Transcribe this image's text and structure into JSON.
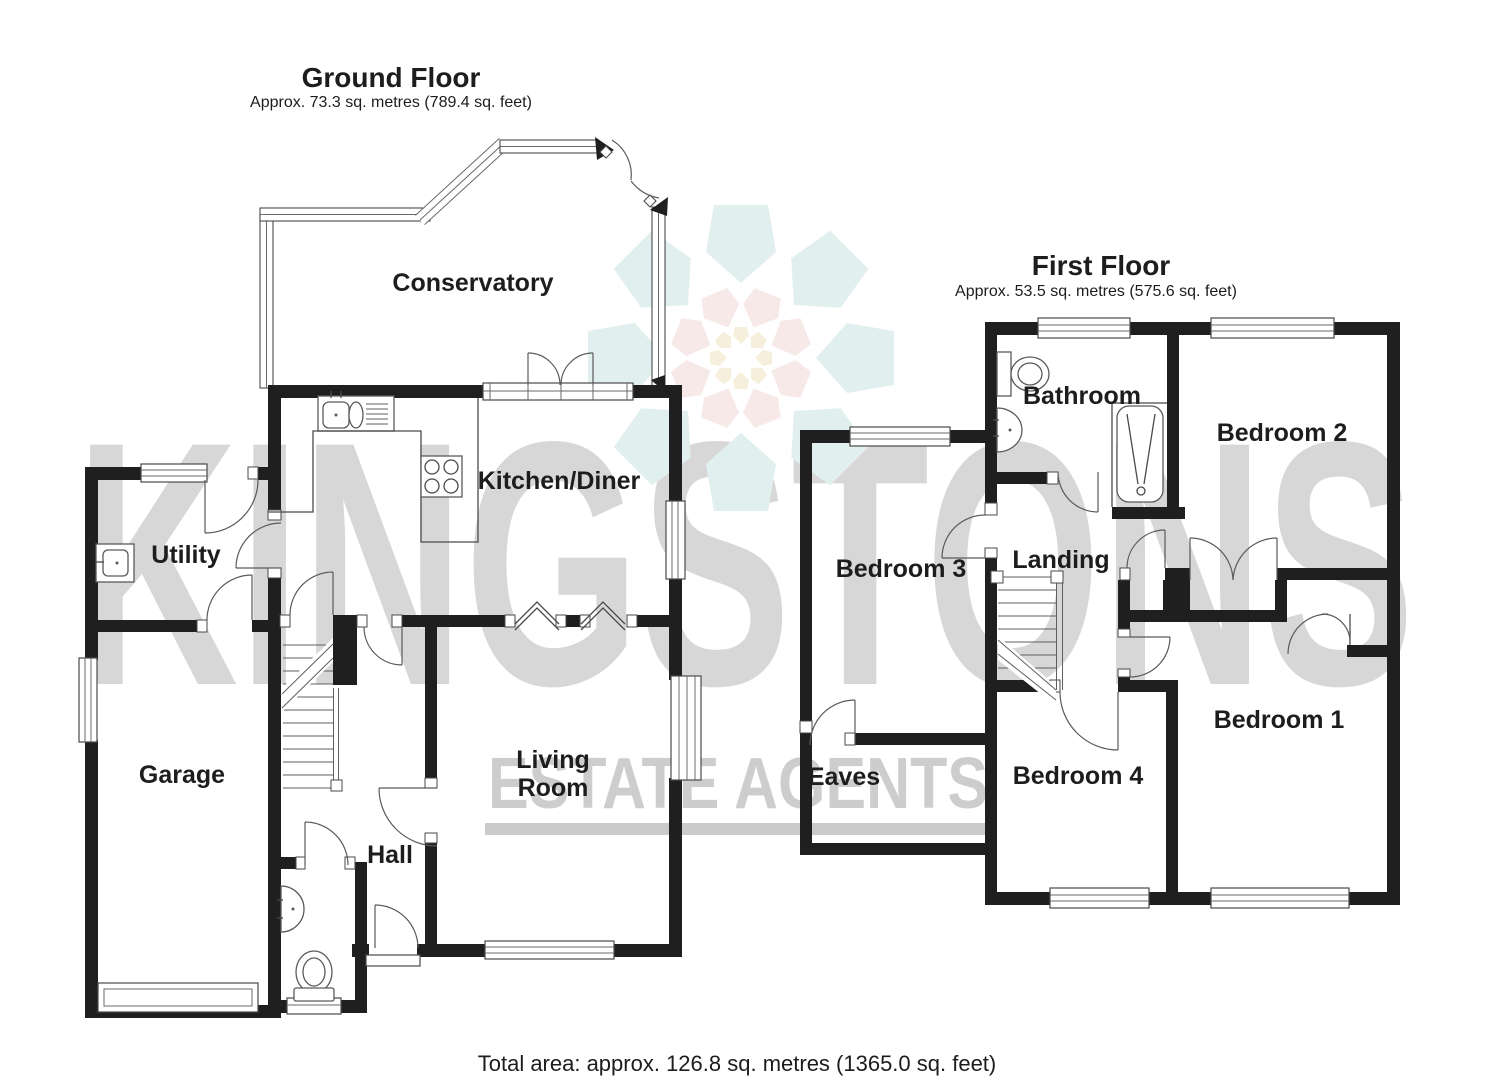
{
  "ground_floor": {
    "title": "Ground Floor",
    "area_label": "Approx. 73.3 sq. metres (789.4 sq. feet)",
    "rooms": {
      "conservatory": "Conservatory",
      "kitchen_diner": "Kitchen/Diner",
      "utility": "Utility",
      "garage": "Garage",
      "living_room_line1": "Living",
      "living_room_line2": "Room",
      "hall": "Hall"
    }
  },
  "first_floor": {
    "title": "First Floor",
    "area_label": "Approx. 53.5 sq. metres (575.6 sq. feet)",
    "rooms": {
      "bathroom": "Bathroom",
      "bedroom1": "Bedroom 1",
      "bedroom2": "Bedroom 2",
      "bedroom3": "Bedroom 3",
      "bedroom4": "Bedroom 4",
      "landing": "Landing",
      "eaves": "Eaves"
    }
  },
  "footer": {
    "total_area": "Total area: approx. 126.8 sq. metres (1365.0 sq. feet)"
  },
  "watermark": {
    "name": "KINGSTONS",
    "tagline": "ESTATE AGENTS"
  },
  "colors": {
    "wall": "#1f1f1f",
    "line": "#4a4a4a",
    "watermark_text": "#d7d7d7",
    "logo_teal": "#e1efee",
    "logo_pink": "#f7e9e7",
    "logo_yellow": "#f6efdc"
  }
}
